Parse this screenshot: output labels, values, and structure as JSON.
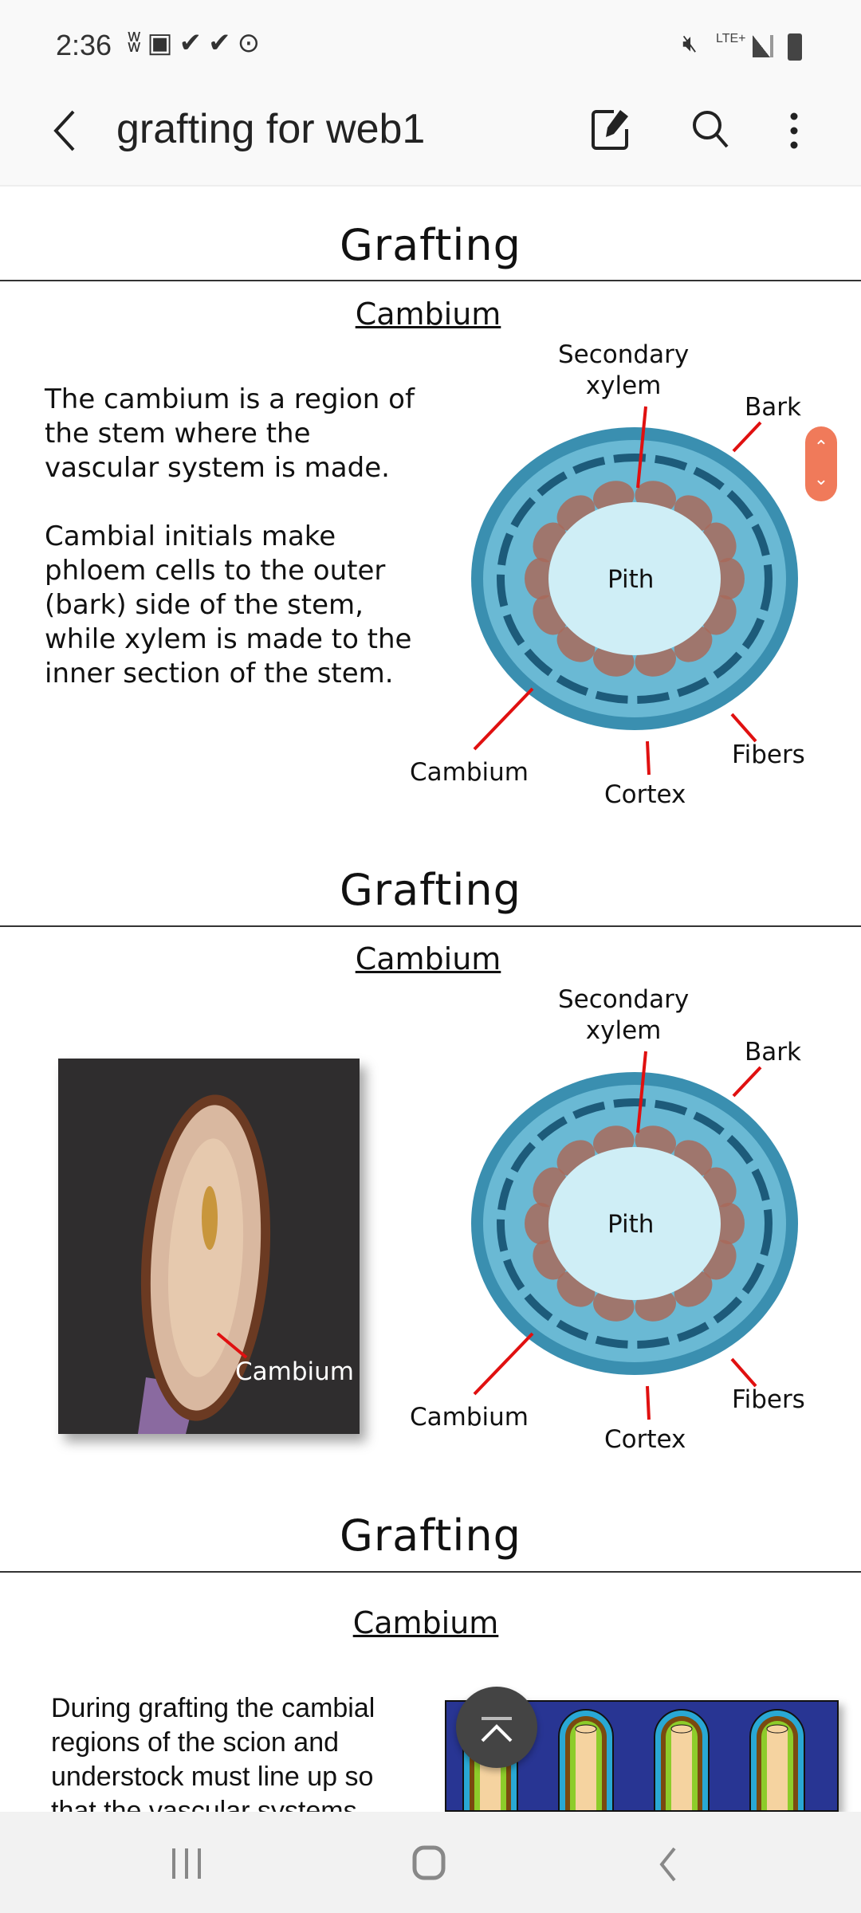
{
  "status_bar": {
    "time": "2:36",
    "network": "LTE+"
  },
  "app_bar": {
    "title": "grafting for web1",
    "icons": [
      "back-icon",
      "edit-icon",
      "search-icon",
      "more-icon"
    ]
  },
  "sections": [
    {
      "title": "Grafting",
      "subtitle": "Cambium",
      "text": "The cambium is a region of\nthe stem where the\nvascular system is made.\n\nCambial initials make\nphloem cells to the outer\n(bark) side of the stem,\nwhile xylem is made to the\ninner section of the stem.",
      "labels": {
        "secondary_xylem": "Secondary\nxylem",
        "bark": "Bark",
        "pith": "Pith",
        "fibers": "Fibers",
        "cambium": "Cambium",
        "cortex": "Cortex"
      }
    },
    {
      "title": "Grafting",
      "subtitle": "Cambium",
      "photo_label": "Cambium",
      "labels": {
        "secondary_xylem": "Secondary\nxylem",
        "bark": "Bark",
        "pith": "Pith",
        "fibers": "Fibers",
        "cambium": "Cambium",
        "cortex": "Cortex"
      }
    },
    {
      "title": "Grafting",
      "subtitle": "Cambium",
      "text": "During grafting the cambial\nregions of the scion and\nunderstock must line up so\nthat the vascular systems"
    }
  ],
  "colors": {
    "accent": "#f07a5a",
    "arrow": "#e01010",
    "diagram_bg": "#283593"
  }
}
